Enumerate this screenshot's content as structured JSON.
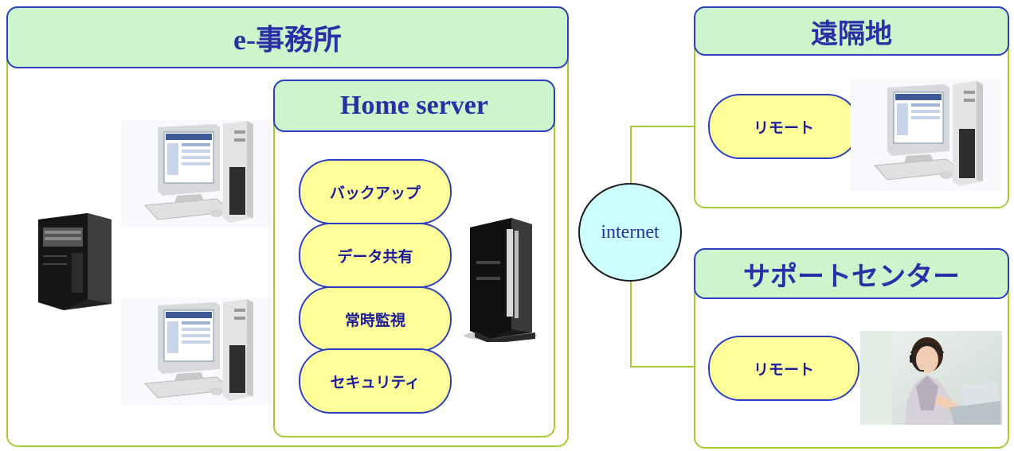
{
  "office": {
    "title": "e-事務所",
    "home_server": {
      "title": "Home server",
      "functions": [
        "バックアップ",
        "データ共有",
        "常時監視",
        "セキュリティ"
      ]
    }
  },
  "internet": {
    "label": "internet"
  },
  "remote_site": {
    "title": "遠隔地",
    "connection": "リモート"
  },
  "support_center": {
    "title": "サポートセンター",
    "connection": "リモート"
  },
  "colors": {
    "panel_border": "#a6cc33",
    "header_border": "#2c3fc0",
    "header_fill": "#ccf5cc",
    "pill_fill": "#ffff99",
    "internet_fill": "#ccffff",
    "text": "#2a2fa8"
  },
  "icons": [
    "tower-server-icon",
    "desktop-pc-icon",
    "mini-tower-server-icon",
    "support-operator-photo"
  ]
}
